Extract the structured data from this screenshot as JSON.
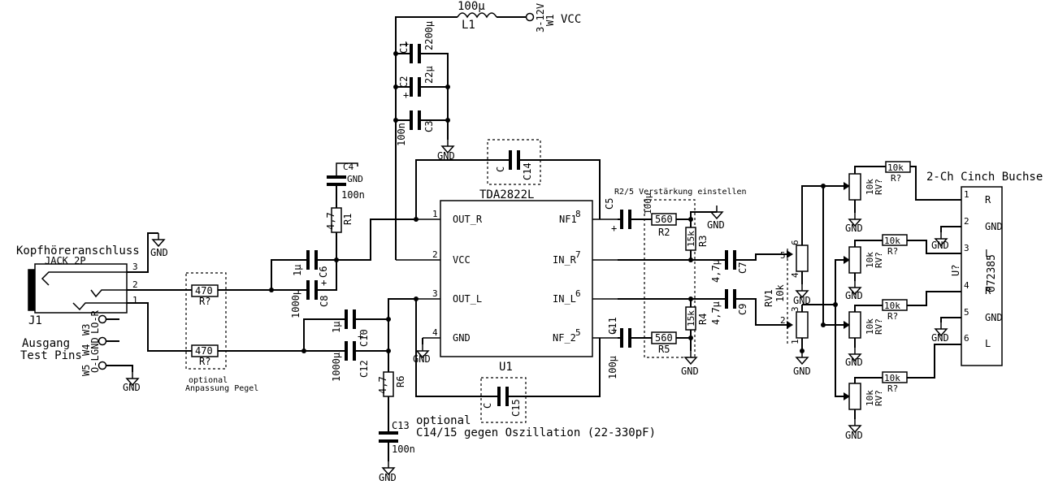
{
  "ic": {
    "name": "TDA2822L",
    "ref": "U1",
    "pins": {
      "p1": "1",
      "p2": "2",
      "p3": "3",
      "p4": "4",
      "p5": "5",
      "p6": "6",
      "p7": "7",
      "p8": "8"
    },
    "labels": {
      "out_r": "OUT_R",
      "vcc": "VCC",
      "out_l": "OUT_L",
      "gnd": "GND",
      "nf1": "NF1",
      "in_r": "IN_R",
      "in_l": "IN_L",
      "nf2": "NF_2"
    }
  },
  "supply": {
    "vcc_label": "VCC",
    "w1_ref": "W1",
    "w1_value": "3-12V",
    "l1_ref": "L1",
    "l1_value": "100µ",
    "c1_ref": "C1",
    "c1_value": "2200µ",
    "c2_ref": "C2",
    "c2_value": "22µ",
    "c3_ref": "C3",
    "c3_value": "100n",
    "plus": "+"
  },
  "gnd": "GND",
  "c4": {
    "ref": "C4",
    "value": "100n"
  },
  "r1": {
    "ref": "R1",
    "value": "4,7"
  },
  "c6": {
    "ref": "C6",
    "value": "1µ"
  },
  "c8": {
    "ref": "C8",
    "value": "1000µ"
  },
  "c10": {
    "ref": "C10",
    "value": "1µ"
  },
  "c12": {
    "ref": "C12",
    "value": "1000µ"
  },
  "r6": {
    "ref": "R6",
    "value": "4,7"
  },
  "c13": {
    "ref": "C13",
    "value": "100n"
  },
  "c14": {
    "ref": "C14",
    "value": "C"
  },
  "c15": {
    "ref": "C15",
    "value": "C"
  },
  "note_osc": {
    "line1": "optional",
    "line2": "C14/15 gegen Oszillation (22-330pF)"
  },
  "gain": {
    "note": "R2/5 Verstärkung einstellen",
    "c5": {
      "ref": "C5",
      "value": "100µ"
    },
    "r2": {
      "ref": "R2",
      "value": "560"
    },
    "r3": {
      "ref": "R3",
      "value": "15k"
    },
    "c11": {
      "ref": "C11",
      "value": "100µ"
    },
    "r5": {
      "ref": "R5",
      "value": "560"
    },
    "r4": {
      "ref": "R4",
      "value": "15k"
    }
  },
  "c7": {
    "ref": "C7",
    "value": "4,7µ"
  },
  "c9": {
    "ref": "C9",
    "value": "4,7µ"
  },
  "rv1": {
    "ref": "RV1",
    "value": "10k",
    "pins": {
      "p1": "1",
      "p2": "2",
      "p3": "3",
      "p4": "4",
      "p5": "5",
      "p6": "6"
    }
  },
  "jack": {
    "title": "Kopfhöreranschluss",
    "name": "JACK_2P",
    "ref": "J1",
    "pins": {
      "p1": "1",
      "p2": "2",
      "p3": "3"
    }
  },
  "pad": {
    "r_value": "470",
    "r_ref": "R?",
    "note1": "optional",
    "note2": "Anpassung Pegel"
  },
  "test": {
    "title1": "Ausgang",
    "title2": "Test Pins",
    "w3": "W3",
    "w4": "W4",
    "w5": "W5",
    "w3_net": "LO-R",
    "w4_net": "GND",
    "w5_net": "O-L"
  },
  "cinch": {
    "title": "2-Ch Cinch Buchse",
    "ref": "U?",
    "part": "072385",
    "pins": [
      {
        "n": "1",
        "l": "R"
      },
      {
        "n": "2",
        "l": "GND"
      },
      {
        "n": "3",
        "l": "L"
      },
      {
        "n": "4",
        "l": "R"
      },
      {
        "n": "5",
        "l": "GND"
      },
      {
        "n": "6",
        "l": "L"
      }
    ]
  },
  "rv_out": {
    "res_value": "10k",
    "res_ref": "R?",
    "pot_value": "10k",
    "pot_ref": "RV?"
  }
}
